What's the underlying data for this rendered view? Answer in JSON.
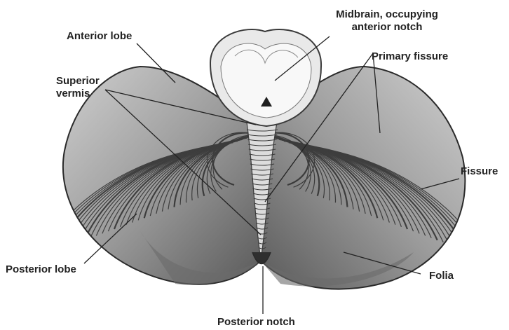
{
  "figure": {
    "labels": {
      "anterior_lobe": "Anterior lobe",
      "midbrain_line1": "Midbrain, occupying",
      "midbrain_line2": "anterior notch",
      "primary_fissure": "Primary fissure",
      "superior_vermis_line1": "Superior",
      "superior_vermis_line2": "vermis",
      "fissure": "Fissure",
      "posterior_lobe": "Posterior lobe",
      "folia": "Folia",
      "posterior_notch": "Posterior notch"
    },
    "colors": {
      "ink": "#222222",
      "tissue_light": "#e8e8e8",
      "tissue_mid": "#a9a9a9",
      "tissue_dark": "#3a3a3a",
      "midbrain": "#f2f2f2"
    }
  }
}
